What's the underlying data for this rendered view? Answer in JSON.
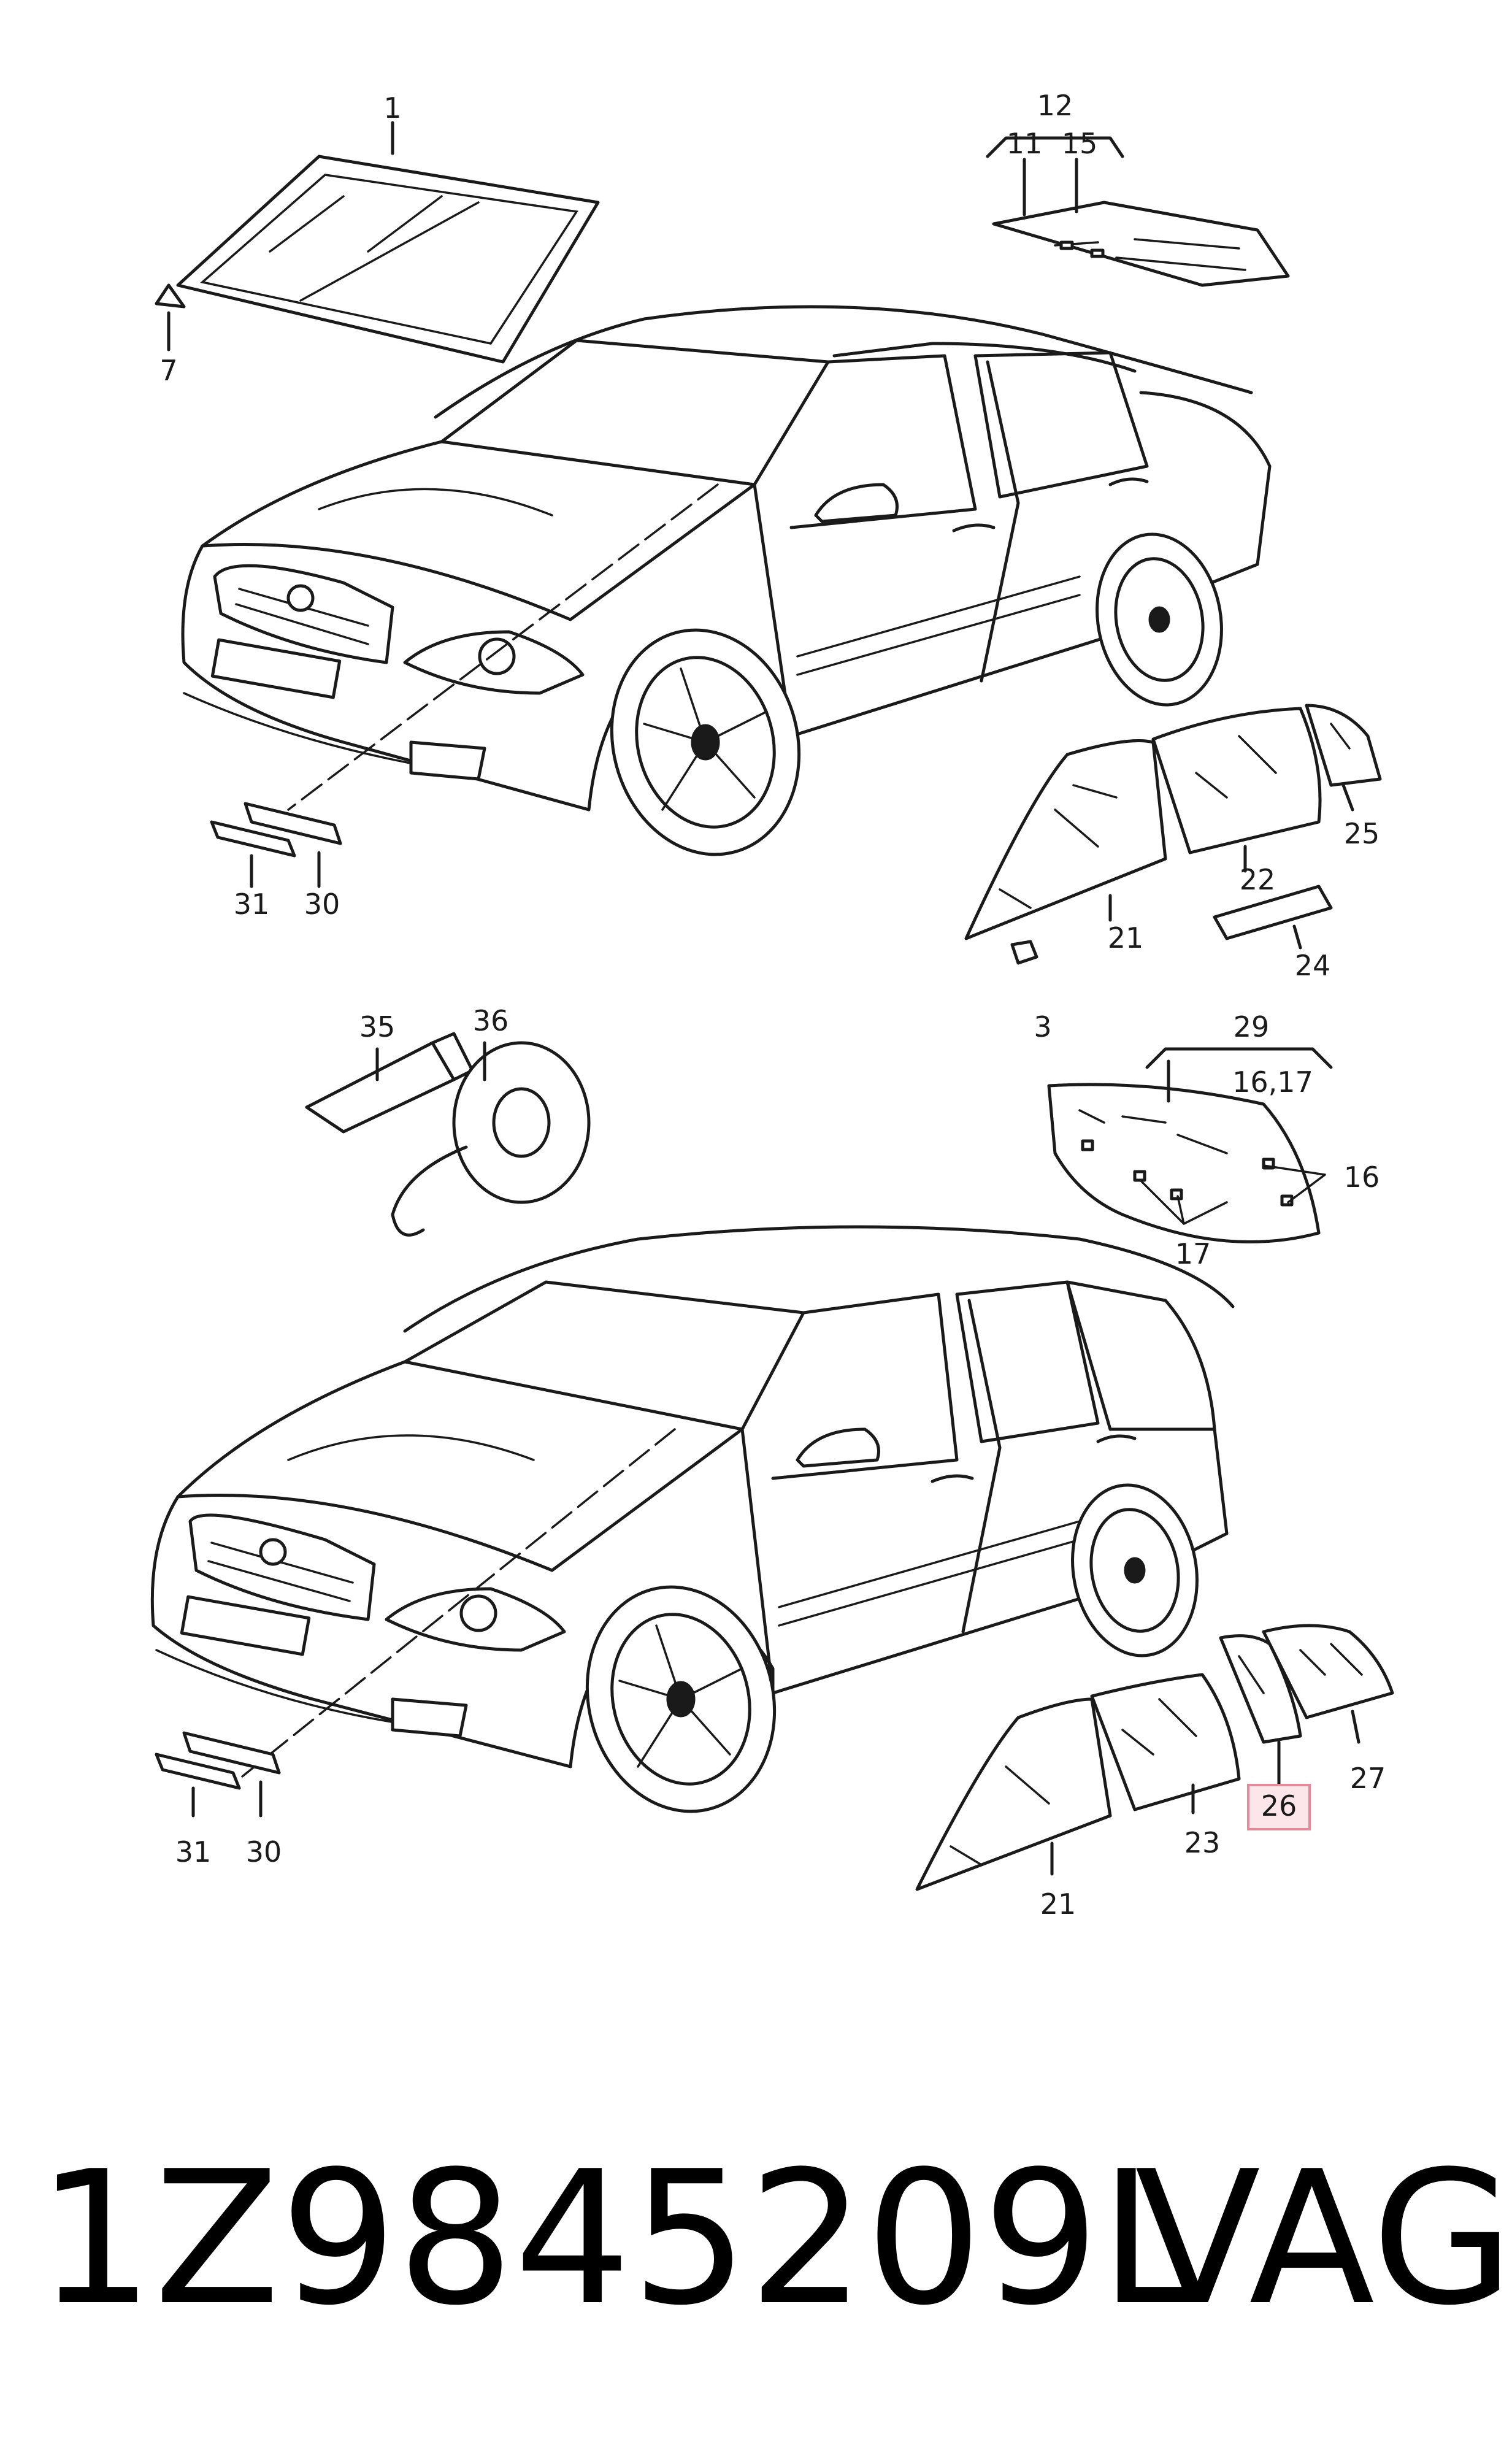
{
  "footer": {
    "part_number": "1Z9845209L",
    "brand": "VAG"
  },
  "callouts": {
    "c1": "1",
    "c7": "7",
    "c12": "12",
    "c11": "11",
    "c15": "15",
    "c31a": "31",
    "c30a": "30",
    "c21a": "21",
    "c22": "22",
    "c25": "25",
    "c24": "24",
    "c3": "3",
    "c35": "35",
    "c36": "36",
    "c29": "29",
    "c1617": "16,17",
    "c16": "16",
    "c17": "17",
    "c31b": "31",
    "c30b": "30",
    "c21b": "21",
    "c23": "23",
    "c26": "26",
    "c27": "27"
  },
  "highlight": {
    "callout": "26",
    "fill_color": "#fde6ea",
    "border_color": "#e58a9a"
  }
}
